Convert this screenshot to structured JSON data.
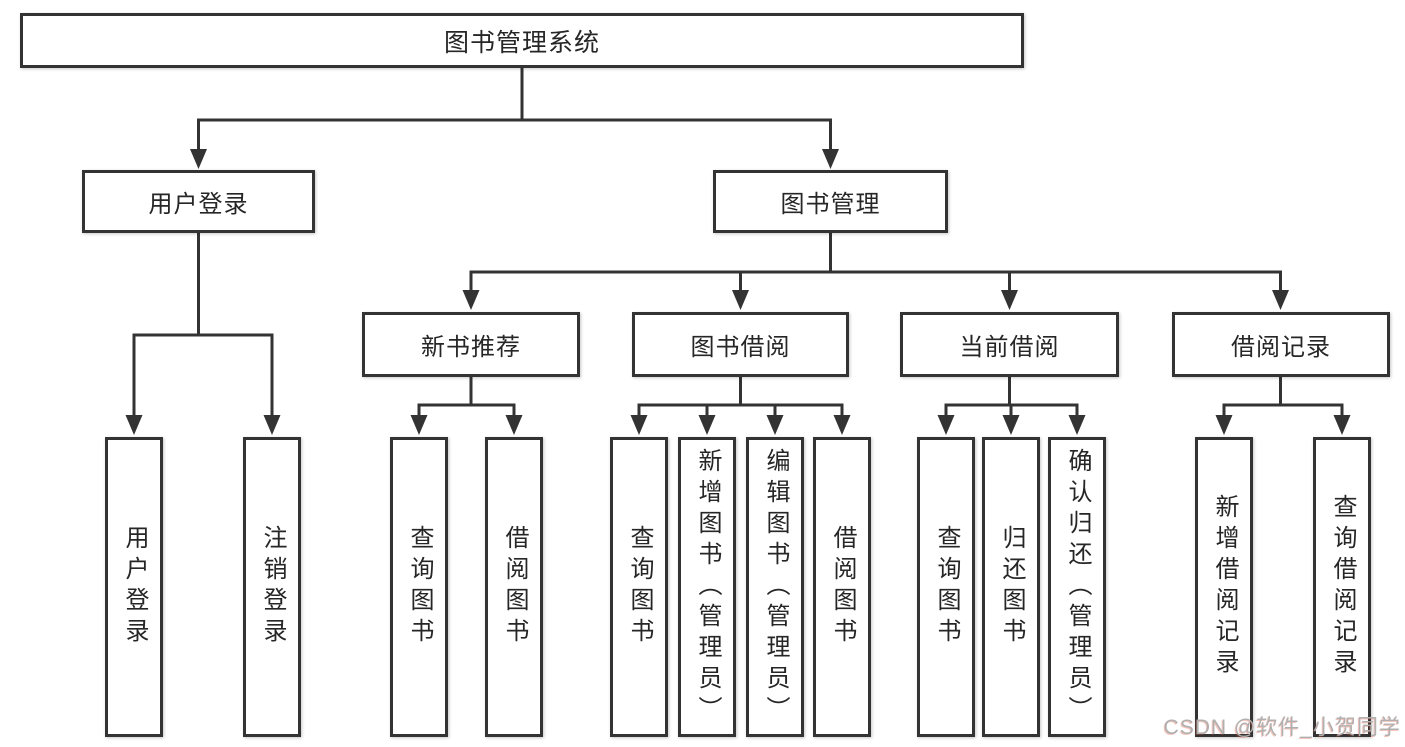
{
  "tree": {
    "root": {
      "label": "图书管理系统"
    },
    "branches": [
      {
        "label": "用户登录",
        "children": [
          {
            "label": "用户登录"
          },
          {
            "label": "注销登录"
          }
        ]
      },
      {
        "label": "图书管理",
        "children": [
          {
            "label": "新书推荐",
            "children": [
              {
                "label": "查询图书"
              },
              {
                "label": "借阅图书"
              }
            ]
          },
          {
            "label": "图书借阅",
            "children": [
              {
                "label": "查询图书"
              },
              {
                "label": "新增图书（管理员）"
              },
              {
                "label": "编辑图书（管理员）"
              },
              {
                "label": "借阅图书"
              }
            ]
          },
          {
            "label": "当前借阅",
            "children": [
              {
                "label": "查询图书"
              },
              {
                "label": "归还图书"
              },
              {
                "label": "确认归还（管理员）"
              }
            ]
          },
          {
            "label": "借阅记录",
            "children": [
              {
                "label": "新增借阅记录"
              },
              {
                "label": "查询借阅记录"
              }
            ]
          }
        ]
      }
    ]
  },
  "watermark": {
    "text": "CSDN @软件_小贺同学"
  },
  "colors": {
    "line": "#333333",
    "box_border": "#333333",
    "box_fill": "#ffffff",
    "text": "#262626",
    "watermark": "#b0b0b0",
    "watermark_accent": "#dc553c"
  }
}
